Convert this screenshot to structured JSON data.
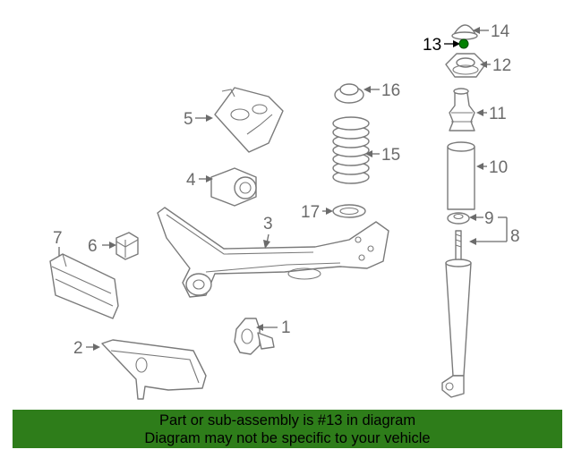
{
  "diagram": {
    "labels": {
      "p1": "1",
      "p2": "2",
      "p3": "3",
      "p4": "4",
      "p5": "5",
      "p6": "6",
      "p7": "7",
      "p8": "8",
      "p9": "9",
      "p10": "10",
      "p11": "11",
      "p12": "12",
      "p13": "13",
      "p14": "14",
      "p15": "15",
      "p16": "16",
      "p17": "17"
    },
    "highlighted_part": "13",
    "highlight_color": "#008000"
  },
  "banner": {
    "line1": "Part or sub-assembly is #13 in diagram",
    "line2": "Diagram may not be specific to your vehicle",
    "background": "#2e7d1a"
  }
}
